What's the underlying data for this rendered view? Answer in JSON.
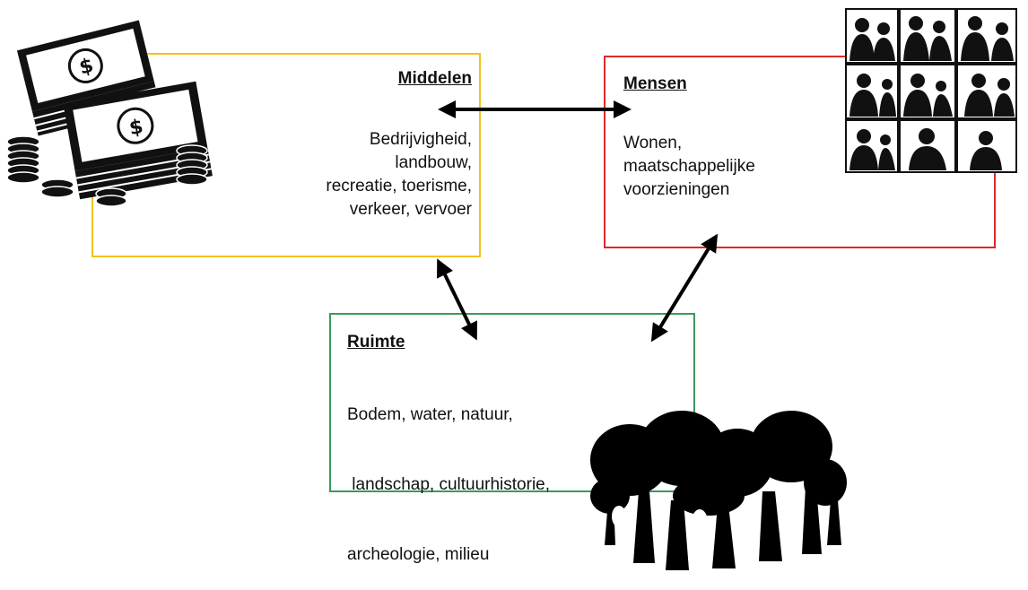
{
  "middelen": {
    "title": "Middelen",
    "lines": [
      "Bedrijvigheid,",
      "landbouw,",
      "recreatie, toerisme,",
      "verkeer, vervoer"
    ]
  },
  "mensen": {
    "title": "Mensen",
    "lines": [
      "Wonen,",
      "maatschappelijke",
      "voorzieningen"
    ]
  },
  "ruimte": {
    "title": "Ruimte",
    "lines": [
      "Bodem, water, natuur,",
      " landschap, cultuurhistorie,",
      "archeologie, milieu"
    ]
  },
  "colors": {
    "middelen_border": "#f3c21a",
    "mensen_border": "#dd2a2a",
    "ruimte_border": "#3a9a5b",
    "arrow": "#000000"
  },
  "icons": {
    "money": "money-stack-icon",
    "people": "people-group-icon",
    "trees": "trees-icon"
  }
}
